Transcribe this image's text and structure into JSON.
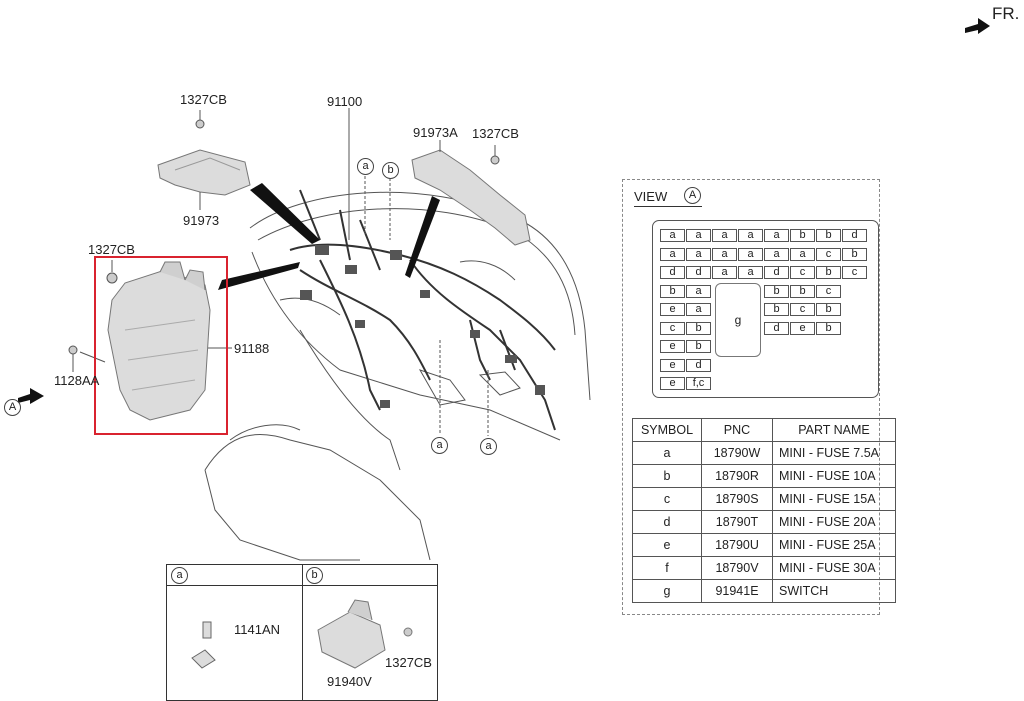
{
  "orientation": {
    "label": "FR."
  },
  "view_marker": "A",
  "callouts": {
    "c1327cb_top": "1327CB",
    "c91973": "91973",
    "c91100": "91100",
    "c91973a": "91973A",
    "c1327cb_right": "1327CB",
    "c1327cb_left": "1327CB",
    "c91188": "91188",
    "c1128aa": "1128AA",
    "a1": "a",
    "b1": "b",
    "a2": "a",
    "a3": "a"
  },
  "view_panel": {
    "title": "VIEW",
    "marker": "A",
    "grid_rows": [
      [
        "a",
        "a",
        "a",
        "a",
        "a",
        "b",
        "b",
        "d"
      ],
      [
        "a",
        "a",
        "a",
        "a",
        "a",
        "a",
        "c",
        "b"
      ],
      [
        "d",
        "d",
        "a",
        "a",
        "d",
        "c",
        "b",
        "c"
      ],
      [
        "b",
        "a",
        "",
        "",
        "b",
        "b",
        "c",
        ""
      ],
      [
        "e",
        "a",
        "",
        "",
        "b",
        "c",
        "b",
        ""
      ],
      [
        "c",
        "b",
        "",
        "",
        "d",
        "e",
        "b",
        ""
      ],
      [
        "e",
        "b",
        "",
        "",
        "",
        "",
        "",
        ""
      ],
      [
        "e",
        "d",
        "",
        "",
        "",
        "",
        "",
        ""
      ],
      [
        "e",
        "f,c",
        "",
        "",
        "",
        "",
        "",
        ""
      ]
    ],
    "g_label": "g",
    "table": {
      "headers": [
        "SYMBOL",
        "PNC",
        "PART NAME"
      ],
      "rows": [
        [
          "a",
          "18790W",
          "MINI - FUSE 7.5A"
        ],
        [
          "b",
          "18790R",
          "MINI - FUSE 10A"
        ],
        [
          "c",
          "18790S",
          "MINI - FUSE 15A"
        ],
        [
          "d",
          "18790T",
          "MINI - FUSE 20A"
        ],
        [
          "e",
          "18790U",
          "MINI - FUSE 25A"
        ],
        [
          "f",
          "18790V",
          "MINI - FUSE 30A"
        ],
        [
          "g",
          "91941E",
          "SWITCH"
        ]
      ]
    }
  },
  "detail_box": {
    "a": {
      "marker": "a",
      "part": "1141AN"
    },
    "b": {
      "marker": "b",
      "part_main": "91940V",
      "part_bolt": "1327CB"
    }
  },
  "colors": {
    "highlight": "#d9232f",
    "line": "#444444",
    "part_fill": "#dcdcdc"
  }
}
